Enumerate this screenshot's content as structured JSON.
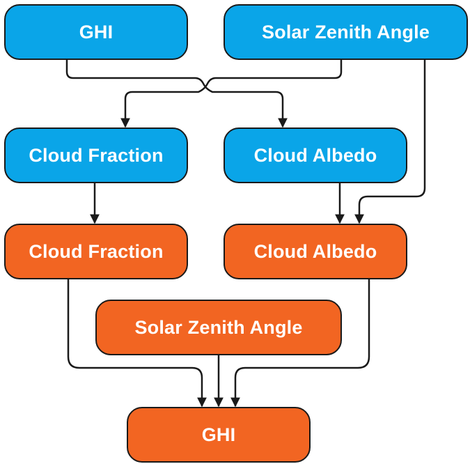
{
  "colors": {
    "input": "#0aa5e8",
    "output": "#f26522",
    "stroke": "#1a1a1a"
  },
  "nodes": {
    "ghi_in": "GHI",
    "sza_in": "Solar Zenith Angle",
    "cf_in": "Cloud Fraction",
    "ca_in": "Cloud Albedo",
    "cf_out": "Cloud Fraction",
    "ca_out": "Cloud Albedo",
    "sza_out": "Solar Zenith Angle",
    "ghi_out": "GHI"
  }
}
